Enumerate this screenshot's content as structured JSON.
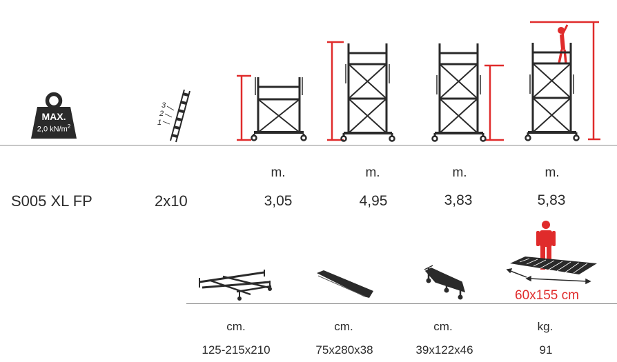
{
  "load_badge": {
    "title": "MAX.",
    "value": "2,0 kN/m",
    "superscript": "2"
  },
  "ladder": {
    "step_labels": [
      "3",
      "2",
      "1"
    ]
  },
  "heights": {
    "units": [
      "m.",
      "m.",
      "m.",
      "m."
    ],
    "values": [
      "3,05",
      "4,95",
      "3,83",
      "5,83"
    ]
  },
  "product": {
    "model": "S005 XL FP",
    "steps": "2x10"
  },
  "components": {
    "platform_size": "60x155 cm",
    "units": [
      "cm.",
      "cm.",
      "cm.",
      "kg."
    ],
    "values": [
      "125-215x210",
      "75x280x38",
      "39x122x46",
      "91"
    ]
  },
  "colors": {
    "accent": "#e02b2b",
    "text": "#2b2b2b",
    "divider": "#8a8a8a"
  }
}
